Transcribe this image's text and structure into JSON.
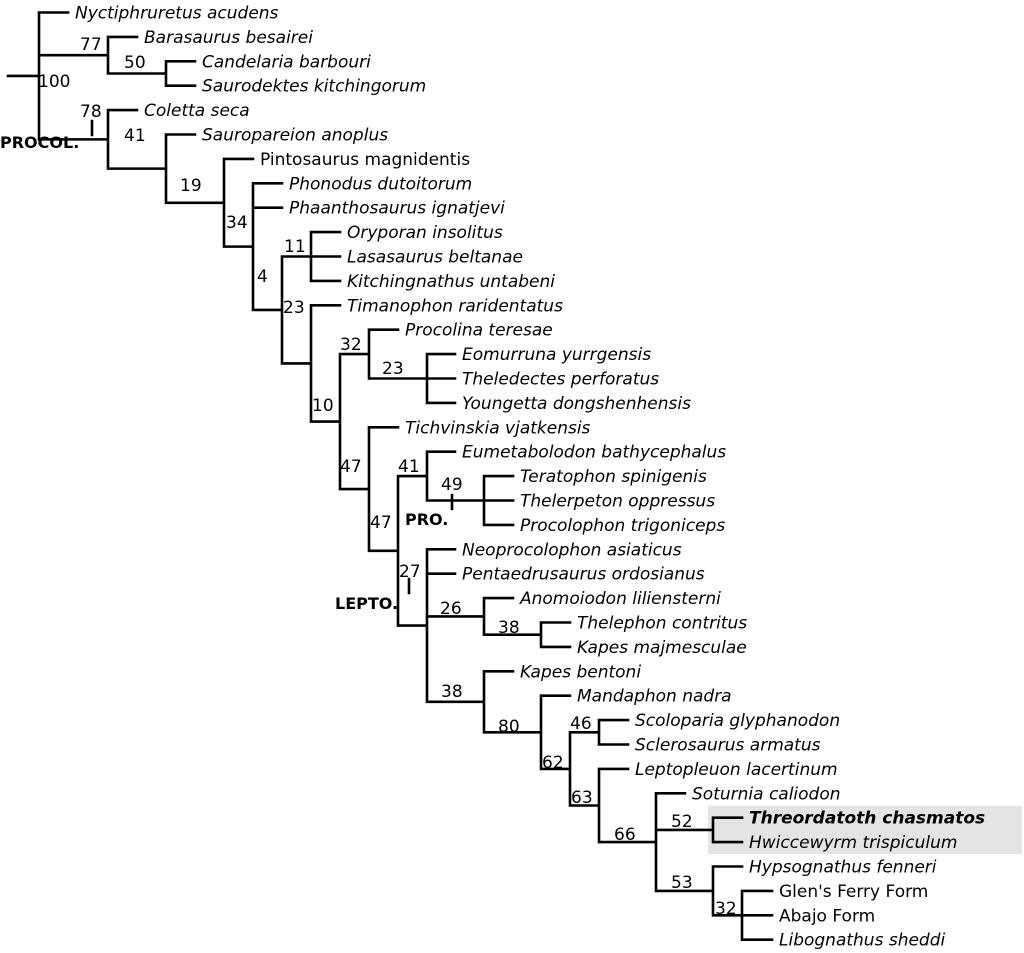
{
  "figure": {
    "type": "phylogenetic-tree",
    "highlight_color": "#e4e4e4",
    "line_color": "#000000"
  },
  "taxa": [
    {
      "name": "Nyctiphruretus acudens",
      "italic": true
    },
    {
      "name": "Barasaurus besairei",
      "italic": true
    },
    {
      "name": "Candelaria barbouri",
      "italic": true
    },
    {
      "name": "Saurodektes kitchingorum",
      "italic": true
    },
    {
      "name": "Coletta seca",
      "italic": true
    },
    {
      "name": "Sauropareion anoplus",
      "italic": true
    },
    {
      "name": "Pintosaurus magnidentis",
      "italic": false
    },
    {
      "name": "Phonodus dutoitorum",
      "italic": true
    },
    {
      "name": "Phaanthosaurus ignatjevi",
      "italic": true
    },
    {
      "name": "Oryporan insolitus",
      "italic": true
    },
    {
      "name": "Lasasaurus beltanae",
      "italic": true
    },
    {
      "name": "Kitchingnathus untabeni",
      "italic": true
    },
    {
      "name": "Timanophon raridentatus",
      "italic": true
    },
    {
      "name": "Procolina teresae",
      "italic": true
    },
    {
      "name": "Eomurruna yurrgensis",
      "italic": true
    },
    {
      "name": "Theledectes perforatus",
      "italic": true
    },
    {
      "name": "Youngetta dongshenhensis",
      "italic": true
    },
    {
      "name": "Tichvinskia vjatkensis",
      "italic": true
    },
    {
      "name": "Eumetabolodon bathycephalus",
      "italic": true
    },
    {
      "name": "Teratophon spinigenis",
      "italic": true
    },
    {
      "name": "Thelerpeton oppressus",
      "italic": true
    },
    {
      "name": "Procolophon trigoniceps",
      "italic": true
    },
    {
      "name": "Neoprocolophon asiaticus",
      "italic": true
    },
    {
      "name": "Pentaedrusaurus ordosianus",
      "italic": true
    },
    {
      "name": "Anomoiodon liliensterni",
      "italic": true
    },
    {
      "name": "Thelephon contritus",
      "italic": true
    },
    {
      "name": "Kapes majmesculae",
      "italic": true
    },
    {
      "name": "Kapes bentoni",
      "italic": true
    },
    {
      "name": "Mandaphon nadra",
      "italic": true
    },
    {
      "name": "Scoloparia glyphanodon",
      "italic": true
    },
    {
      "name": "Sclerosaurus armatus",
      "italic": true
    },
    {
      "name": "Leptopleuon lacertinum",
      "italic": true
    },
    {
      "name": "Soturnia caliodon",
      "italic": true
    },
    {
      "name": "Threordatoth chasmatos",
      "italic": true,
      "bold": true,
      "highlight": true
    },
    {
      "name": "Hwiccewyrm trispiculum",
      "italic": true,
      "highlight": true
    },
    {
      "name": "Hypsognathus fenneri",
      "italic": true
    },
    {
      "name": "Glen's Ferry Form",
      "italic": false
    },
    {
      "name": "Abajo Form",
      "italic": false
    },
    {
      "name": "Libognathus sheddi",
      "italic": true
    }
  ],
  "support_values": [
    {
      "node": "root",
      "value": "100"
    },
    {
      "node": "barasaurus-clade",
      "value": "77"
    },
    {
      "node": "candelaria-saurodektes",
      "value": "50"
    },
    {
      "node": "procolophonidae",
      "value": "78"
    },
    {
      "node": "sauropareion-clade",
      "value": "41"
    },
    {
      "node": "pintosaurus-clade",
      "value": "19"
    },
    {
      "node": "phonodus-clade",
      "value": "34"
    },
    {
      "node": "oryporan-clade",
      "value": "11"
    },
    {
      "node": "oryporan-timanophon",
      "value": "4"
    },
    {
      "node": "timanophon-clade",
      "value": "23"
    },
    {
      "node": "procolina-clade",
      "value": "32"
    },
    {
      "node": "eomurruna-clade",
      "value": "23"
    },
    {
      "node": "procolina-tichvinskia",
      "value": "10"
    },
    {
      "node": "tichvinskia-clade",
      "value": "47"
    },
    {
      "node": "procolophoninae-leptopleuroninae",
      "value": "47"
    },
    {
      "node": "eumetabolodon-clade",
      "value": "41"
    },
    {
      "node": "procolophoninae",
      "value": "49"
    },
    {
      "node": "leptopleuroninae",
      "value": "27"
    },
    {
      "node": "anomoiodon-clade",
      "value": "26"
    },
    {
      "node": "thelephon-kapes",
      "value": "38"
    },
    {
      "node": "kapes-bentoni-clade",
      "value": "38"
    },
    {
      "node": "mandaphon-clade",
      "value": "80"
    },
    {
      "node": "scoloparia-sclerosaurus",
      "value": "46"
    },
    {
      "node": "scoloparia-leptopleuon",
      "value": "62"
    },
    {
      "node": "leptopleuon-clade",
      "value": "63"
    },
    {
      "node": "soturnia-clade",
      "value": "66"
    },
    {
      "node": "threordatoth-hwiccewyrm",
      "value": "52"
    },
    {
      "node": "hypsognathus-clade",
      "value": "53"
    },
    {
      "node": "glens-ferry-clade",
      "value": "32"
    }
  ],
  "clade_labels": [
    {
      "node": "procolophonidae",
      "label": "PROCOL."
    },
    {
      "node": "procolophoninae",
      "label": "PRO."
    },
    {
      "node": "leptopleuroninae",
      "label": "LEPTO."
    }
  ]
}
